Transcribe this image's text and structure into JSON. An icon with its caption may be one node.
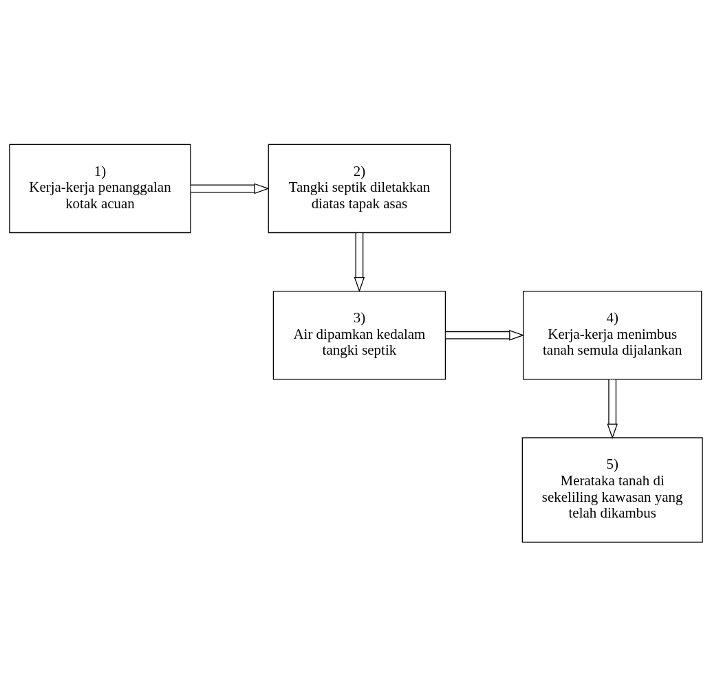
{
  "diagram": {
    "nodes": [
      {
        "text": [
          "1)",
          "Kerja-kerja penanggalan kotak acuan"
        ]
      },
      {
        "text": [
          "2)",
          "Tangki septik diletakkan diatas tapak asas"
        ]
      },
      {
        "text": [
          "3)",
          "Air dipamkan kedalam tangki septik"
        ]
      },
      {
        "text": [
          "4)",
          "Kerja-kerja menimbus tanah semula dijalankan"
        ]
      },
      {
        "text": [
          "5)",
          "Merataka tanah di sekeliling kawasan yang telah dikambus"
        ]
      }
    ],
    "edges": [
      {
        "from": 0,
        "to": 1,
        "arrow": "to"
      },
      {
        "from": 1,
        "to": 2,
        "arrow": "to"
      },
      {
        "from": 2,
        "to": 3,
        "arrow": "to"
      },
      {
        "from": 3,
        "to": 4,
        "arrow": "to"
      }
    ]
  }
}
